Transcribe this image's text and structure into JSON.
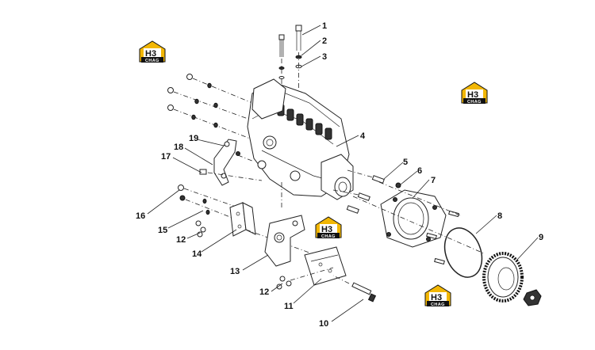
{
  "callouts": [
    {
      "n": "1"
    },
    {
      "n": "2"
    },
    {
      "n": "3"
    },
    {
      "n": "4"
    },
    {
      "n": "5"
    },
    {
      "n": "6"
    },
    {
      "n": "7"
    },
    {
      "n": "8"
    },
    {
      "n": "9"
    },
    {
      "n": "10"
    },
    {
      "n": "11"
    },
    {
      "n": "12"
    },
    {
      "n": "12"
    },
    {
      "n": "13"
    },
    {
      "n": "14"
    },
    {
      "n": "15"
    },
    {
      "n": "16"
    },
    {
      "n": "17"
    },
    {
      "n": "18"
    },
    {
      "n": "19"
    }
  ],
  "watermark": {
    "brand_text": "CHAG",
    "mark_text": "H3"
  },
  "colors": {
    "logo_yellow": "#f2b705",
    "logo_black": "#111111"
  }
}
